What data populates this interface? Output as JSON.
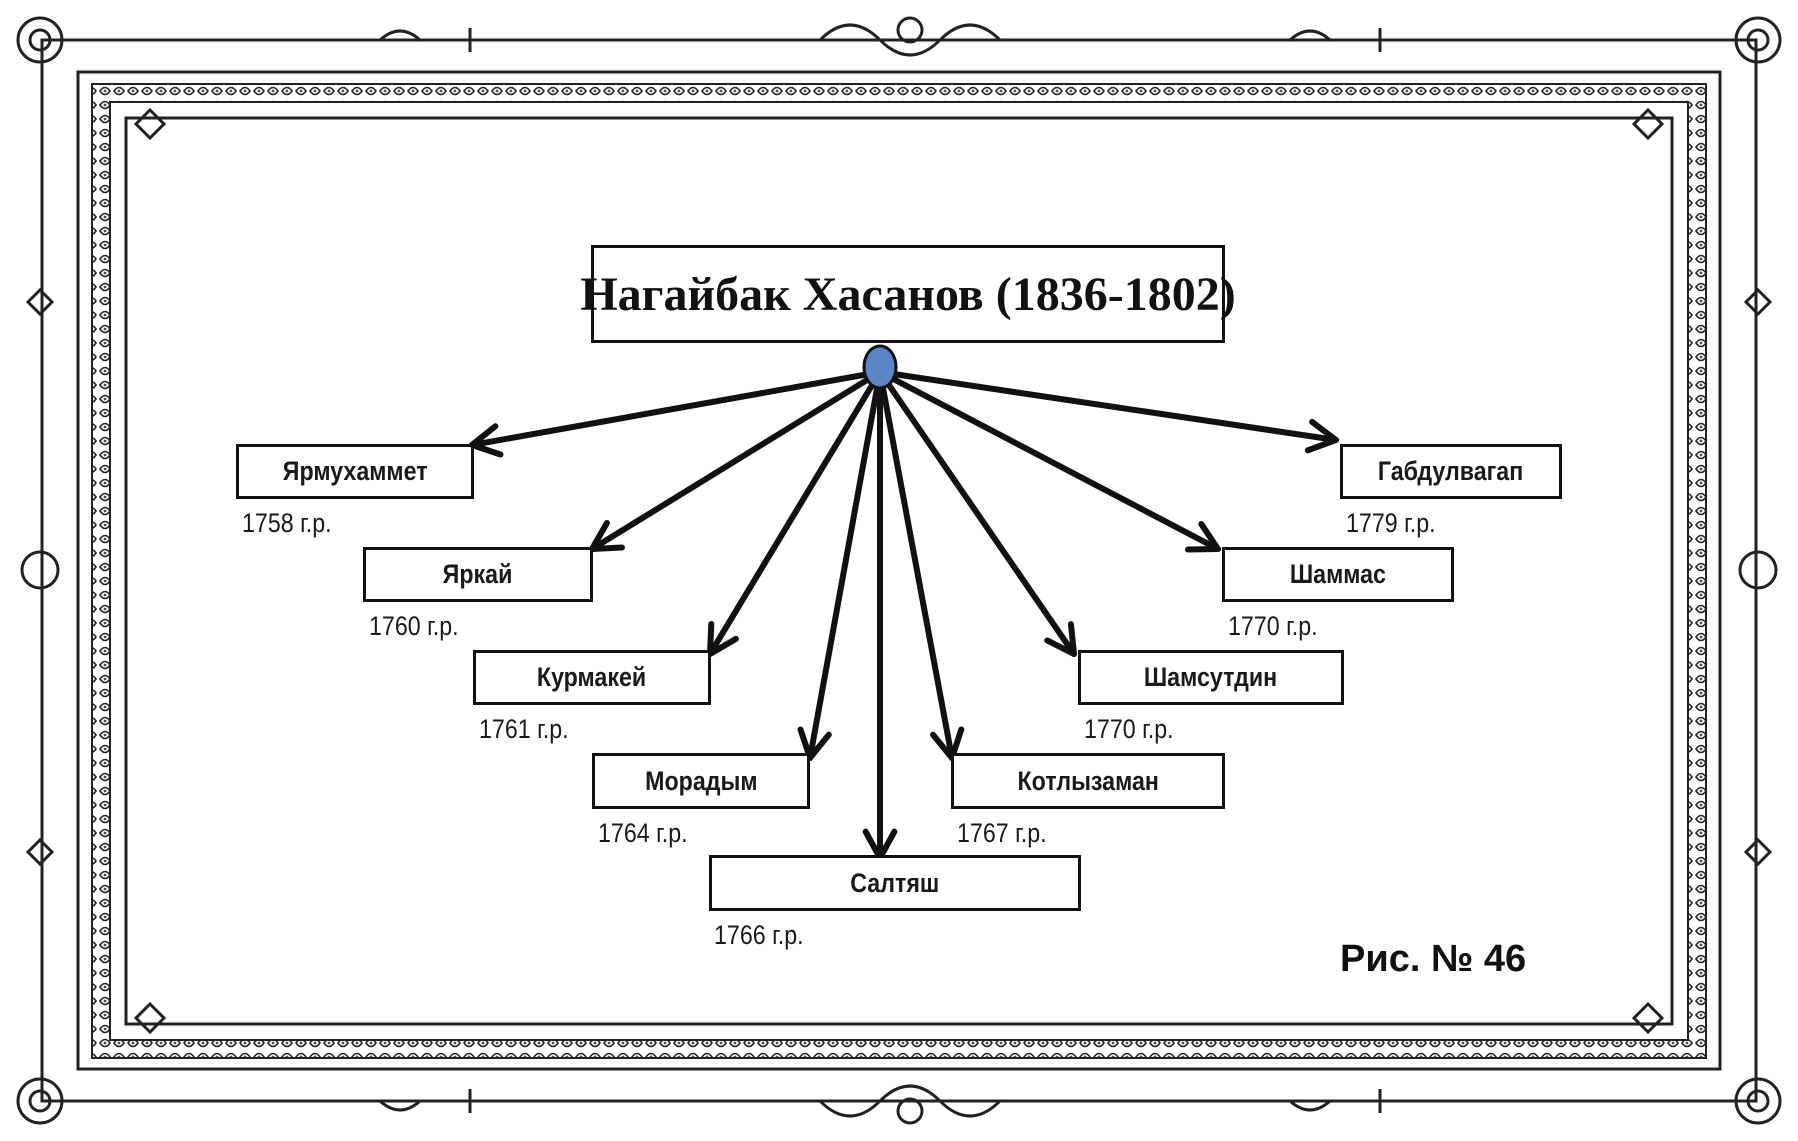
{
  "root": {
    "name": "Нагайбак Хасанов",
    "years": "(1836-1802)"
  },
  "children": [
    {
      "name": "Ярмухаммет",
      "year": "1758 г.р."
    },
    {
      "name": "Яркай",
      "year": "1760 г.р."
    },
    {
      "name": "Курмакей",
      "year": "1761 г.р."
    },
    {
      "name": "Морадым",
      "year": "1764 г.р."
    },
    {
      "name": "Салтяш",
      "year": "1766 г.р."
    },
    {
      "name": "Котлызаман",
      "year": "1767 г.р."
    },
    {
      "name": "Шамсутдин",
      "year": "1770 г.р."
    },
    {
      "name": "Шаммас",
      "year": "1770 г.р."
    },
    {
      "name": "Габдулвагап",
      "year": "1779 г.р."
    }
  ],
  "figure_label": "Рис. № 46",
  "colors": {
    "node": "#5b86c5",
    "line": "#111111",
    "frame": "#222222",
    "frame_band": "#8a9a8a"
  }
}
